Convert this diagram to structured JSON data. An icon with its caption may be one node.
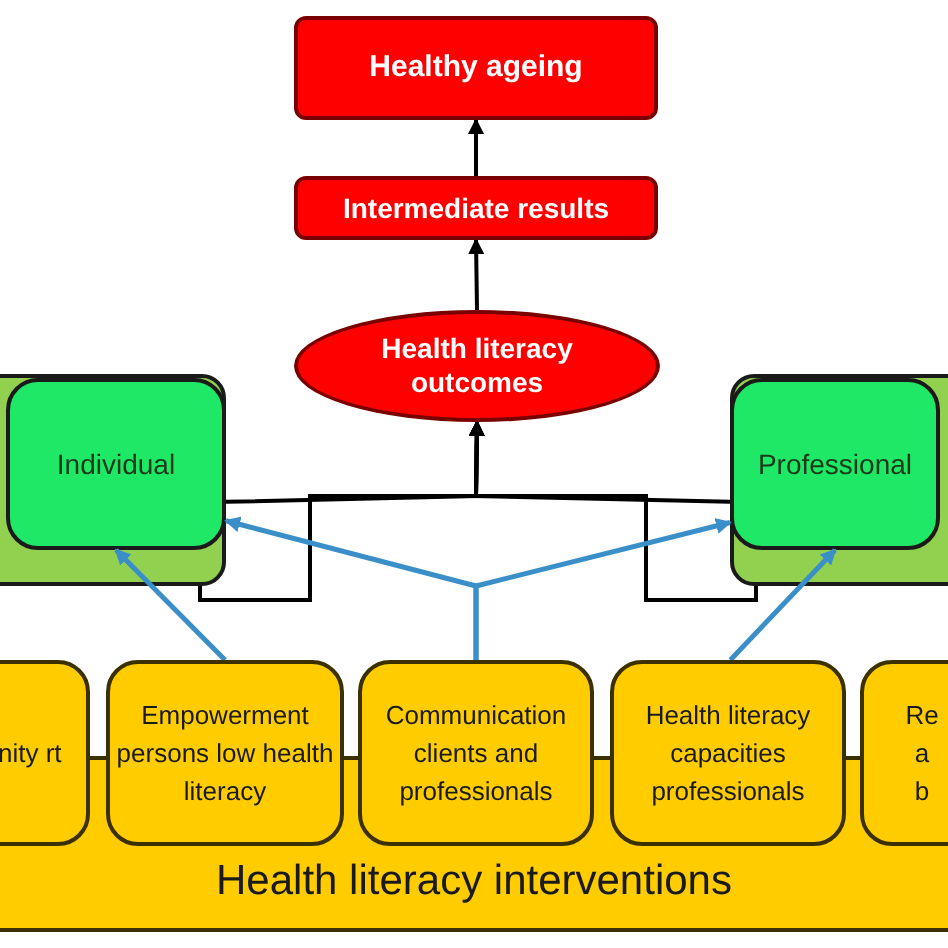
{
  "diagram": {
    "nodes": [
      {
        "text": [
          "Healthy ageing"
        ]
      },
      {
        "text": [
          "Intermediate results"
        ]
      },
      {
        "text": [
          "Health literacy outcomes"
        ]
      },
      {
        "text": [],
        "shape": "box"
      },
      {
        "text": [
          "Individual"
        ],
        "in": 3
      },
      {
        "text": [],
        "shape": "box"
      },
      {
        "text": [
          "Professional"
        ],
        "in": 5
      },
      {
        "text": [
          "Health literacy interventions"
        ]
      },
      {
        "text": [
          "nity rt"
        ]
      },
      {
        "text": [
          "Empowerment persons low health literacy"
        ]
      },
      {
        "text": [
          "Communication clients and professionals"
        ]
      },
      {
        "text": [
          "Health literacy capacities professionals"
        ]
      },
      {
        "text": [
          "Re a b"
        ]
      }
    ],
    "edges": [
      {
        "from": 1,
        "to": 0,
        "arrow": "to"
      },
      {
        "from": 2,
        "to": 1,
        "arrow": "to"
      },
      {
        "from": 4,
        "to": 2,
        "arrow": "to"
      },
      {
        "from": 6,
        "to": 2,
        "arrow": "to"
      },
      {
        "from": 3,
        "to": 2,
        "arrow": "to"
      },
      {
        "from": 5,
        "to": 2,
        "arrow": "to"
      },
      {
        "from": 10,
        "to": 4,
        "arrow": "to",
        "color": "#3a8fc8"
      },
      {
        "from": 10,
        "to": 6,
        "arrow": "to",
        "color": "#3a8fc8"
      },
      {
        "from": 9,
        "to": 4,
        "arrow": "to",
        "color": "#3a8fc8"
      },
      {
        "from": 11,
        "to": 6,
        "arrow": "to",
        "color": "#3a8fc8"
      }
    ]
  }
}
